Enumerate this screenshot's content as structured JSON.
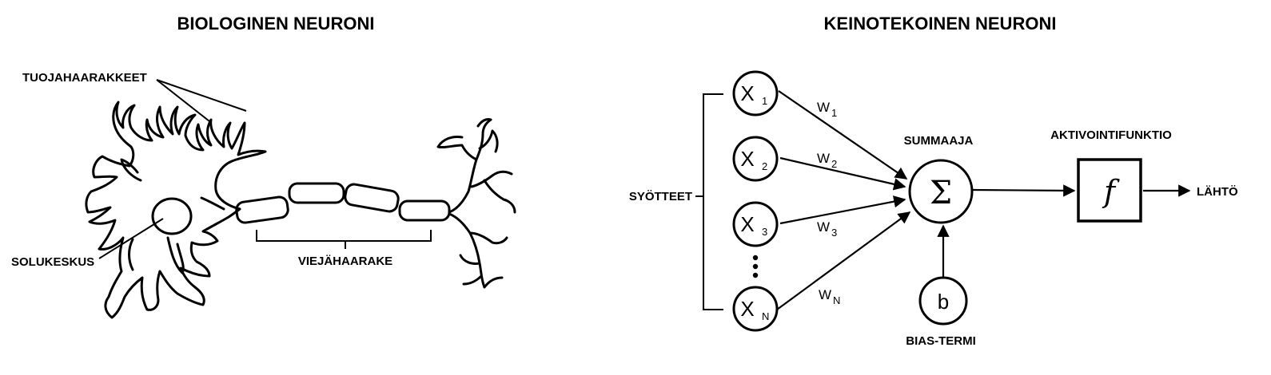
{
  "biological": {
    "title": "BIOLOGINEN NEURONI",
    "dendrites_label": "TUOJAHAARAKKEET",
    "nucleus_label": "SOLUKESKUS",
    "axon_label": "VIEJÄHAARAKE"
  },
  "artificial": {
    "title": "KEINOTEKOINEN NEURONI",
    "inputs_label": "SYÖTTEET",
    "inputs": [
      {
        "symbol": "X",
        "sub": "1",
        "weight": "W",
        "weight_sub": "1"
      },
      {
        "symbol": "X",
        "sub": "2",
        "weight": "W",
        "weight_sub": "2"
      },
      {
        "symbol": "X",
        "sub": "3",
        "weight": "W",
        "weight_sub": "3"
      },
      {
        "symbol": "X",
        "sub": "N",
        "weight": "W",
        "weight_sub": "N"
      }
    ],
    "summer_label": "SUMMAAJA",
    "summer_symbol": "Σ",
    "bias_symbol": "b",
    "bias_label": "BIAS-TERMI",
    "activation_label": "AKTIVOINTIFUNKTIO",
    "activation_symbol": "f",
    "output_label": "LÄHTÖ"
  }
}
